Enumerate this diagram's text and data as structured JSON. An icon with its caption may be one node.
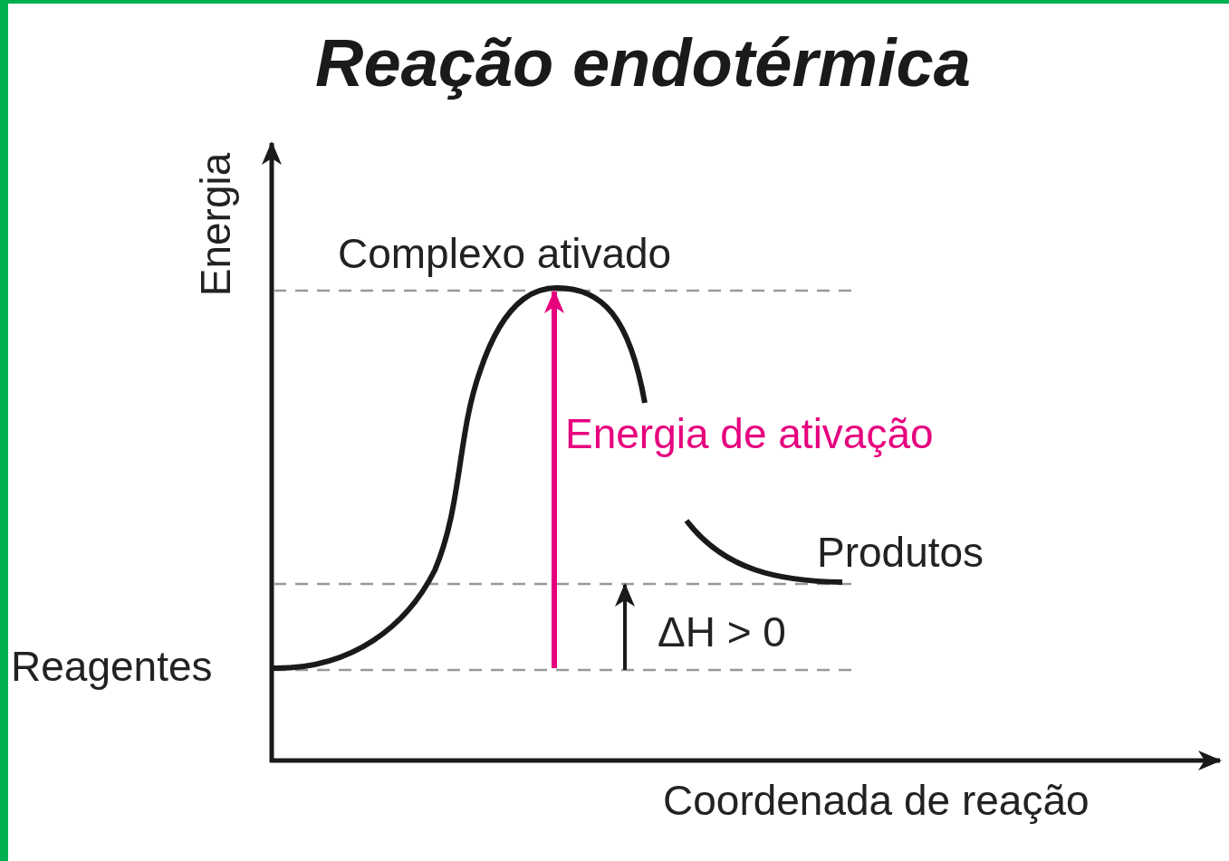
{
  "diagram": {
    "title": "Reação endotérmica",
    "labels": [
      "Energia",
      "Complexo ativado",
      "Energia de ativação",
      "Produtos",
      "ΔH > 0",
      "Reagentes",
      "Coordenada de reação"
    ]
  }
}
